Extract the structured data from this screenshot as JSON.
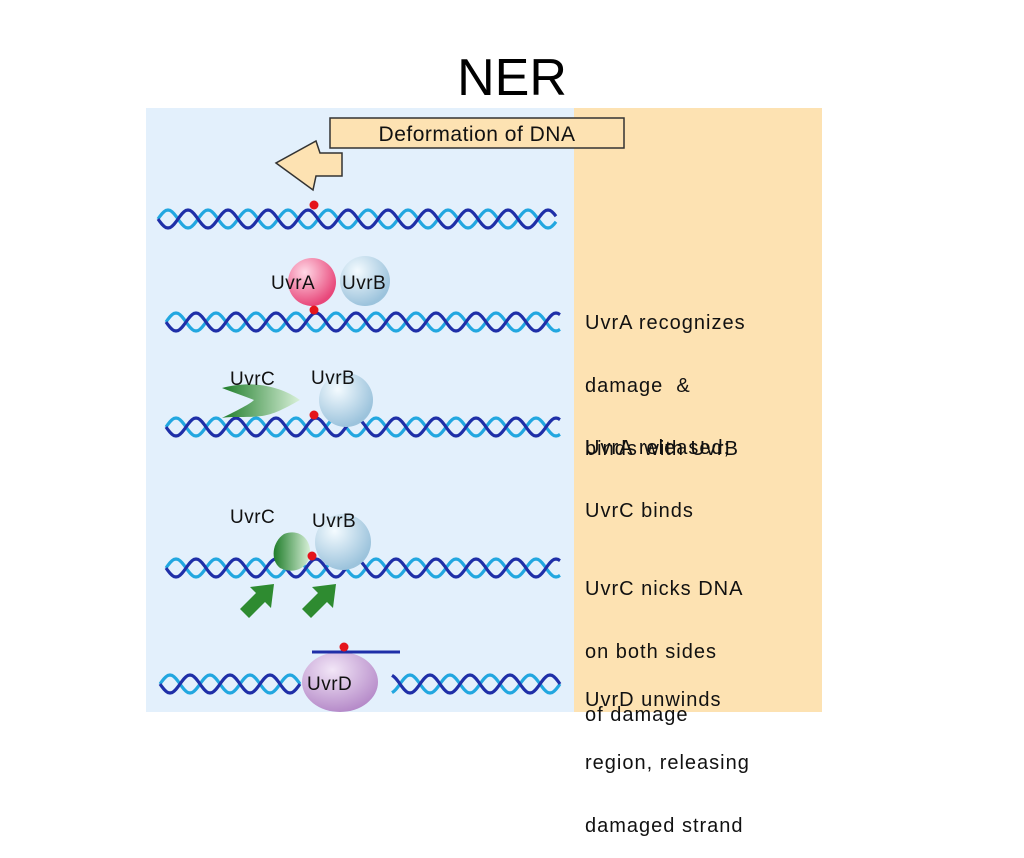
{
  "title": "NER",
  "callout": "Deformation of DNA",
  "proteins": {
    "uvra": "UvrA",
    "uvrb": "UvrB",
    "uvrc": "UvrC",
    "uvrd": "UvrD"
  },
  "steps": [
    {
      "lines": []
    },
    {
      "lines": [
        "UvrA recognizes",
        "damage  &",
        "binds with UvrB"
      ]
    },
    {
      "lines": [
        "UvrA released;",
        "UvrC binds"
      ]
    },
    {
      "lines": [
        "UvrC nicks DNA",
        "on both sides",
        "of damage"
      ]
    },
    {
      "lines": [
        "UvrD unwinds",
        "region, releasing",
        "damaged strand"
      ]
    }
  ],
  "colors": {
    "left_panel": "#e3f0fc",
    "right_panel": "#fde2b2",
    "strand_dark": "#1f2fa8",
    "strand_light": "#22a7e0",
    "damage": "#e5141b",
    "uvra": "#f07aa0",
    "uvrb": "#b9d8ec",
    "uvrc": "#2e9b3a",
    "uvrd": "#c9a4d8",
    "callout": "#fde2b2"
  }
}
